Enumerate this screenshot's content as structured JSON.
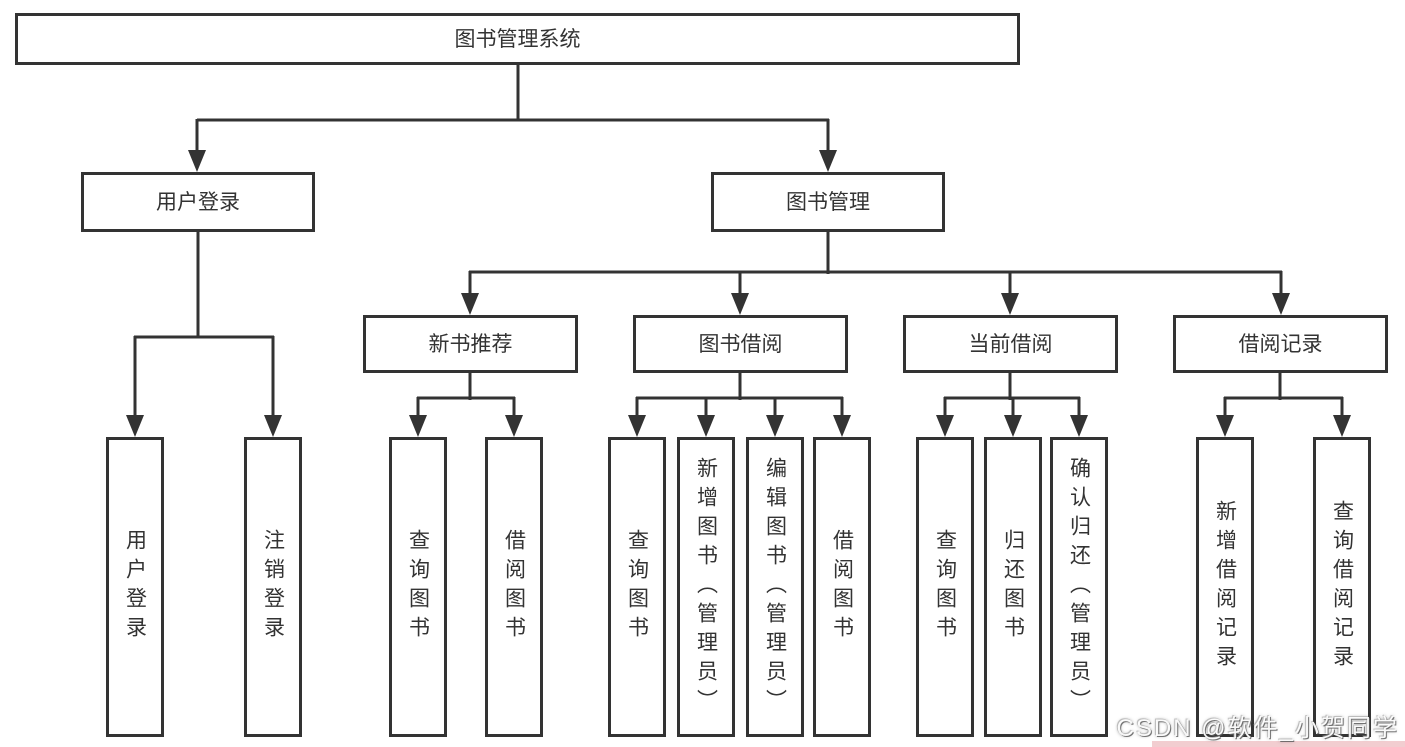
{
  "diagram": {
    "root": {
      "label": "图书管理系统"
    },
    "level2": [
      {
        "id": "user-login",
        "label": "用户登录"
      },
      {
        "id": "book-management",
        "label": "图书管理"
      }
    ],
    "level3": [
      {
        "id": "new-book-recommend",
        "label": "新书推荐"
      },
      {
        "id": "book-borrow",
        "label": "图书借阅"
      },
      {
        "id": "current-borrow",
        "label": "当前借阅"
      },
      {
        "id": "borrow-records",
        "label": "借阅记录"
      }
    ],
    "leaves": {
      "user_login": [
        "用户登录",
        "注销登录"
      ],
      "new_book_recommend": [
        "查询图书",
        "借阅图书"
      ],
      "book_borrow": [
        "查询图书",
        "新增图书（管理员）",
        "编辑图书（管理员）",
        "借阅图书"
      ],
      "current_borrow": [
        "查询图书",
        "归还图书",
        "确认归还（管理员）"
      ],
      "borrow_records": [
        "新增借阅记录",
        "查询借阅记录"
      ]
    }
  },
  "watermark": {
    "text": "CSDN @软件_小贺同学"
  },
  "colors": {
    "line": "#333333",
    "box_border": "#333333",
    "background": "#ffffff",
    "watermark_strip": "#f2cdd0"
  }
}
